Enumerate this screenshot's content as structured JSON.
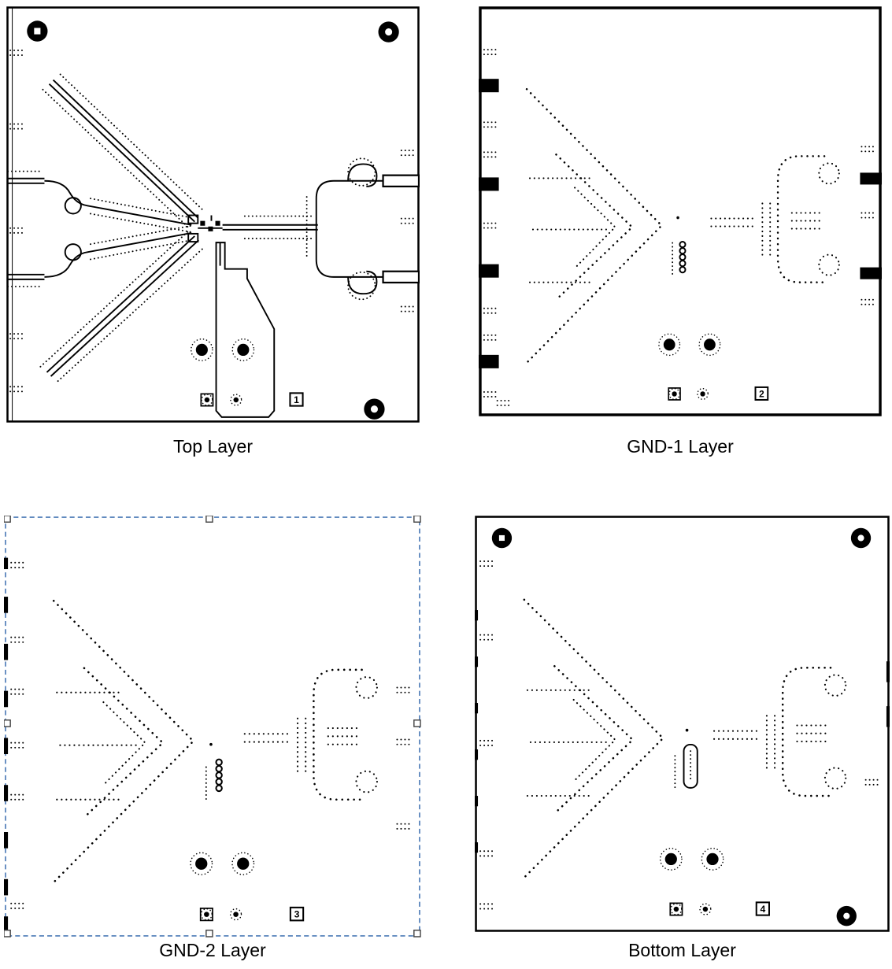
{
  "figure": {
    "panels": [
      {
        "id": "top",
        "label": "Top Layer",
        "badge": "1"
      },
      {
        "id": "gnd1",
        "label": "GND-1 Layer",
        "badge": "2"
      },
      {
        "id": "gnd2",
        "label": "GND-2 Layer",
        "badge": "3"
      },
      {
        "id": "bottom",
        "label": "Bottom Layer",
        "badge": "4"
      }
    ],
    "colors": {
      "artwork": "#000000",
      "board": "#ffffff",
      "selection_outline": "#4a79b5"
    }
  }
}
